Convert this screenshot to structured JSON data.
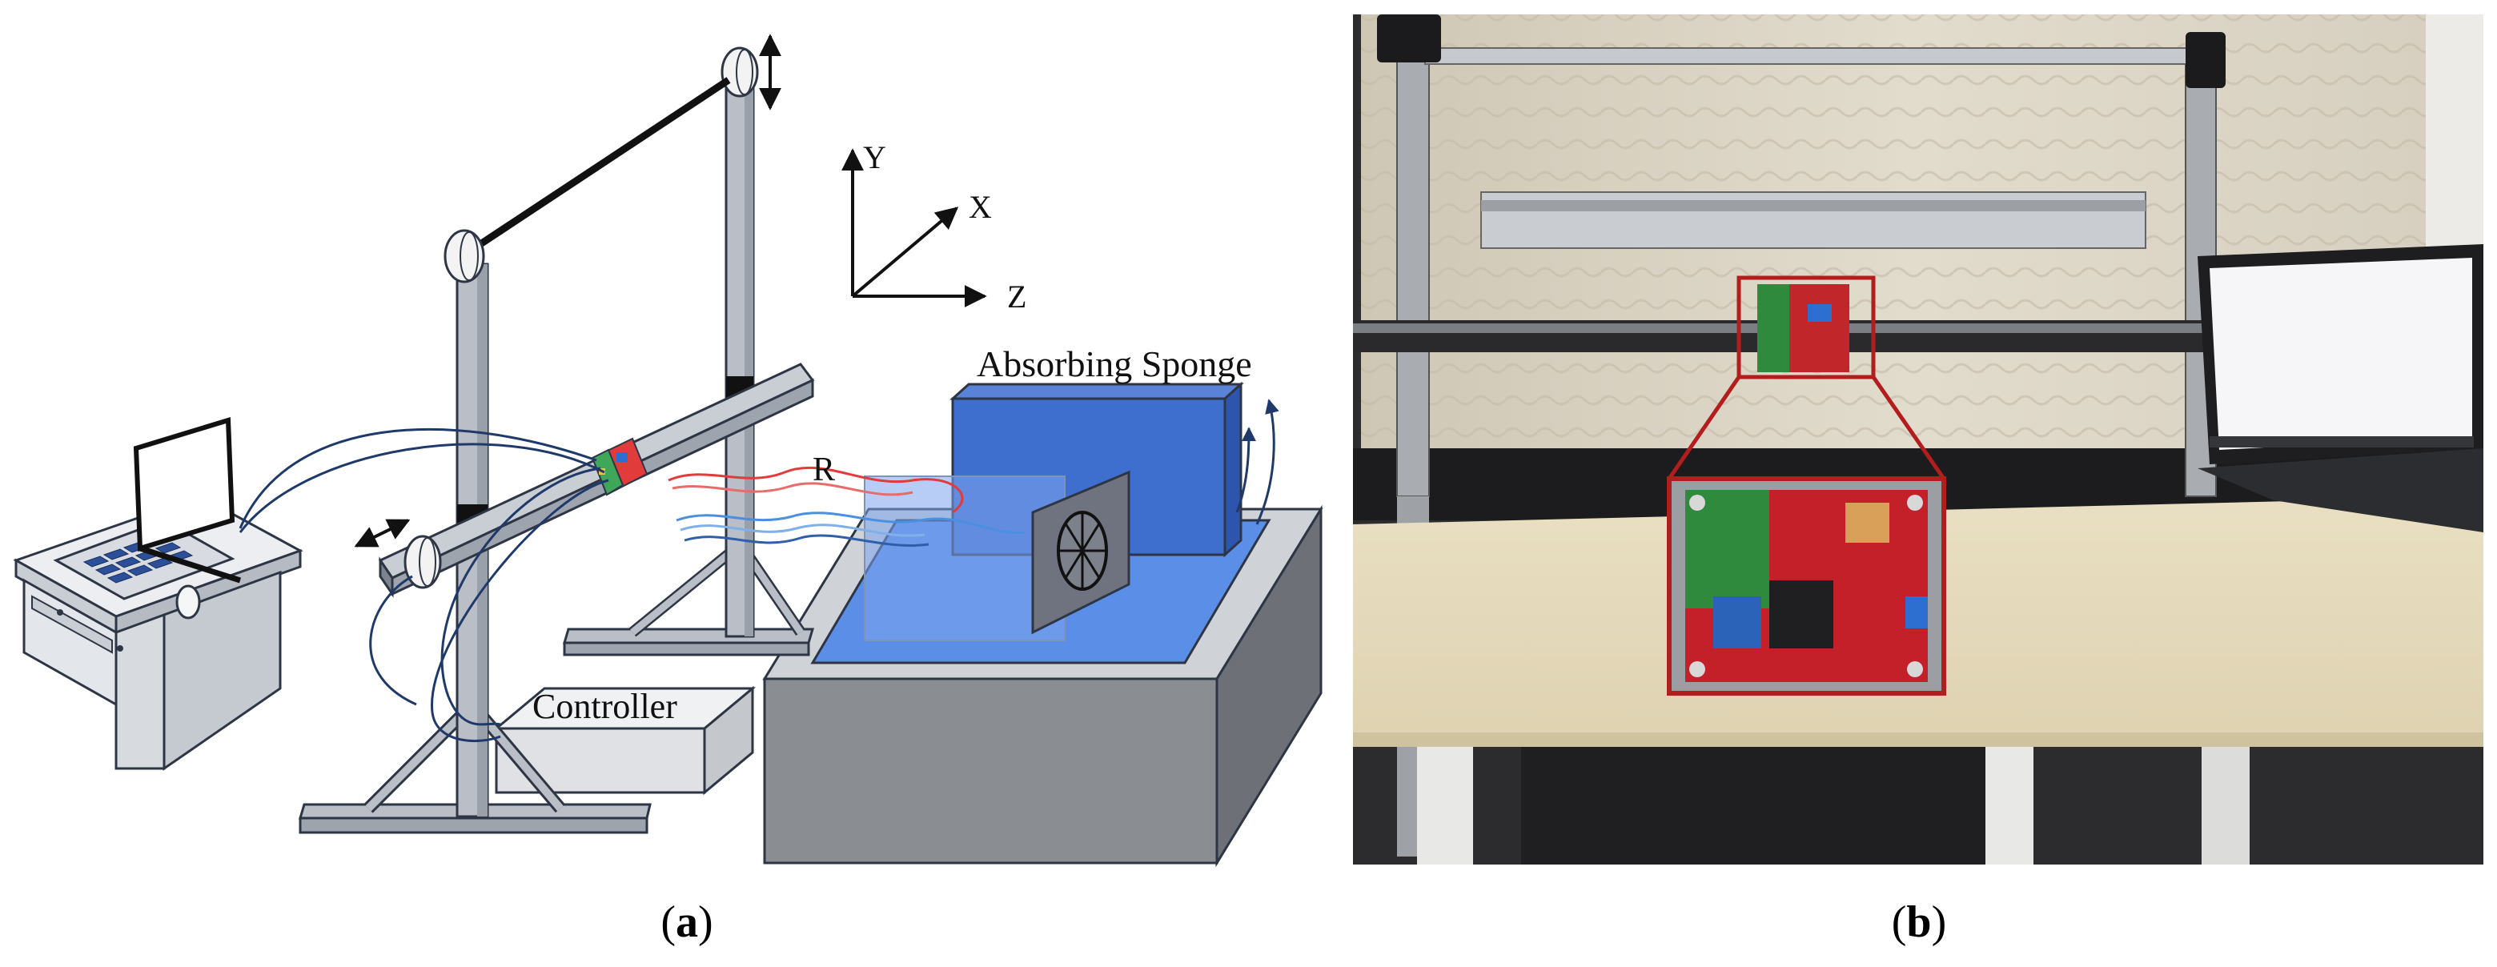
{
  "diagram": {
    "axes": {
      "y": "Y",
      "x": "X",
      "z": "Z"
    },
    "labels": {
      "absorbing_sponge": "Absorbing Sponge",
      "reflection": "R",
      "controller": "Controller"
    }
  },
  "captions": {
    "a_open": "(",
    "a_letter": "a",
    "a_close": ")",
    "b_open": "(",
    "b_letter": "b",
    "b_close": ")"
  },
  "colors": {
    "frame_fill": "#b9bec7",
    "frame_stroke": "#2e3645",
    "sponge_blue": "#3f6fce",
    "platform_blue": "#5b8ee6",
    "base_gray": "#8a8d92",
    "radar_red": "#e23b3b",
    "radar_blue": "#4a8fe0",
    "wire": "#1f3a6a",
    "inset_border": "#b21d1d"
  }
}
